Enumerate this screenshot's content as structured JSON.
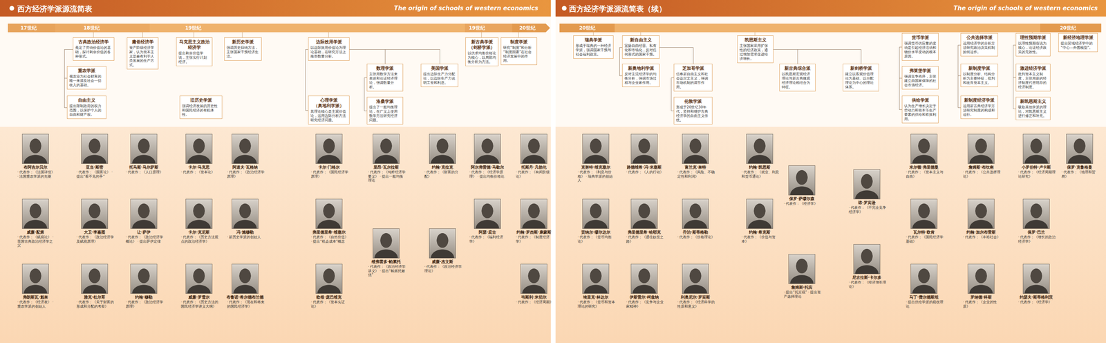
{
  "diagram": {
    "title": "西方经济学派源流简表",
    "nodes": [
      {
        "text": [
          "古典政治经济学",
          "奠定了劳动价值论的基础，探讨剩余价值的各种形式。"
        ]
      },
      {
        "text": [
          "重农学派",
          "视农业为社会财富的唯一来源及社会一切收入的基础。"
        ]
      },
      {
        "text": [
          "自由主义",
          "提出限制政府的权力范围，以保护个人的自由和财产权。"
        ]
      },
      {
        "text": [
          "庸俗经济学",
          "资产阶级经济学家，认为资本主义是最有利于人类发展的生产方式。"
        ]
      },
      {
        "text": [
          "马克思主义政治经济学",
          "提出剩余价值学说，主张实行计划经济。"
        ]
      },
      {
        "text": [
          "旧历史学派",
          "强调经济发展的历史性和国民经济的有机体性。"
        ]
      },
      {
        "text": [
          "新历史学派",
          "强调历史归纳方法，主张国家干预经济生活。"
        ]
      },
      {
        "text": [
          "边际效用学派",
          "以边际效用价值论为理论基础，在研究方法上推崇数量分析。"
        ]
      },
      {
        "text": [
          "心理学派",
          "（奥地利学派）",
          "其理论核心是主观价值论，运用边际分析方法研究经济问题。"
        ]
      },
      {
        "text": [
          "数理学派",
          "主张用数学方法来表述和论证经济理论，强调数量分析。"
        ]
      },
      {
        "text": [
          "洛桑学派",
          "提出了一般均衡理论，在广义上使用数学方法研究经济问题。"
        ]
      },
      {
        "text": [
          "美国学派",
          "提出边际生产力分配论，以边际生产力说明工资和利息。"
        ]
      },
      {
        "text": [
          "新古典学派",
          "（剑桥学派）",
          "以供求均衡价格论为核心，以局部均衡分析为方法。"
        ]
      },
      {
        "text": [
          "制度学派",
          "研究“制度”和分析“制度因素”在社会经济发展中的作用。"
        ]
      },
      {
        "text": [
          "瑞典学派",
          "形成于瑞典的一种经济学派，强调国家干预与社会福利政策。"
        ]
      },
      {
        "text": [
          "新自由主义",
          "宣扬自由经营、私有化和市场化，反对任何形式的国家干预。"
        ]
      },
      {
        "text": [
          "新奥地利学派",
          "反对主流经济学的均衡分析，强调市场过程与企业家作用。"
        ]
      },
      {
        "text": [
          "芝加哥学派",
          "信奉新自由主义和社会达尔文主义，强调市场机制的调节作用。"
        ]
      },
      {
        "text": [
          "伦敦学派",
          "形成于20世纪30年代，坚持和维护古典经济学的自由主义传统。"
        ]
      },
      {
        "text": [
          "凯恩斯主义",
          "主张国家采用扩张性的经济政策，通过增加需求促进经济增长。"
        ]
      },
      {
        "text": [
          "新古典综合派",
          "以凯恩斯宏观经济理论与新古典微观经济理论相结合为特征。"
        ]
      },
      {
        "text": [
          "新剑桥学派",
          "建立以客观价值理论为基础、以分配理论为中心的理论体系。"
        ]
      },
      {
        "text": [
          "货币学派",
          "强调货币供应量的变动是引起经济活动和物价水平变动的根本原因。"
        ]
      },
      {
        "text": [
          "弗莱堡学派",
          "强调竞争秩序，主张建立由国家保障的社会市场经济。"
        ]
      },
      {
        "text": [
          "供给学派",
          "认为生产增长决定于劳动力和资本等生产要素的供给和有效利用。"
        ]
      },
      {
        "text": [
          "公共选择学派",
          "运用经济学的分析方法研究政治决策机制如何运作。"
        ]
      },
      {
        "text": [
          "新制度学派",
          "以制度分析、结构分析为主要特征，批判和改良资本主义。"
        ]
      },
      {
        "text": [
          "新制度经济学派",
          "运用新古典经济学方法研究制度的构成和运行。"
        ]
      },
      {
        "text": [
          "理性预期学派",
          "以理性预期假说为核心，论证经济政策的无效性。"
        ]
      },
      {
        "text": [
          "激进经济学派",
          "批判资本主义制度，主张用新的经济制度代替现存的经济制度。"
        ]
      },
      {
        "text": [
          "新凯恩斯主义",
          "吸取其他学派的理论，对凯恩斯主义进行修正和补充。"
        ]
      },
      {
        "text": [
          "新经济地理学派",
          "提出区域经济学中的“中心—外围模型”。"
        ]
      },
      {
        "text": [
          "布阿吉尔贝尔",
          "· 代表作：《法国详情》 · 法国重农学派的先驱"
        ]
      },
      {
        "text": [
          "威廉·配第",
          "· 代表作：《赋税论》 · 英国古典政治经济学之父"
        ]
      },
      {
        "text": [
          "弗朗斯瓦·魁奈",
          "· 代表作：《经济表》 · 重农学派的创始人"
        ]
      },
      {
        "text": [
          "亚当·斯密",
          "· 代表作：《国富论》 · 提出“看不见的手”"
        ]
      },
      {
        "text": [
          "大卫·李嘉图",
          "· 代表作：《政治经济学及赋税原理》"
        ]
      },
      {
        "text": [
          "雅克·杜尔哥",
          "· 代表作：《关于财富的形成和分配的考察》"
        ]
      },
      {
        "text": [
          "托马斯·马尔萨斯",
          "· 代表作：《人口原理》"
        ]
      },
      {
        "text": [
          "让·萨伊",
          "· 代表作：《政治经济学概论》 · 提出萨伊定律"
        ]
      },
      {
        "text": [
          "约翰·穆勒",
          "· 代表作：《政治经济学原理》"
        ]
      },
      {
        "text": [
          "卡尔·马克思",
          "· 代表作：《资本论》"
        ]
      },
      {
        "text": [
          "卡尔·克尼斯",
          "· 代表作：《历史方法观点的政治经济学》"
        ]
      },
      {
        "text": [
          "威廉·罗雪尔",
          "· 代表作：《历史方法的国民经济学讲义大纲》"
        ]
      },
      {
        "text": [
          "阿道夫·瓦格纳",
          "· 代表作：《政治经济学原理》"
        ]
      },
      {
        "text": [
          "冯·施穆勒",
          "· 新历史学派的创始人"
        ]
      },
      {
        "text": [
          "布鲁诺·希尔德布兰德",
          "· 代表作：《现在和将来的国民经济学》"
        ]
      },
      {
        "text": [
          "卡尔·门格尔",
          "· 代表作：《国民经济学原理》"
        ]
      },
      {
        "text": [
          "弗里德里希·维塞尔",
          "· 代表作：《自然价值》 · 提出“机会成本”概念"
        ]
      },
      {
        "text": [
          "欧根·庞巴维克",
          "· 代表作：《资本实证论》"
        ]
      },
      {
        "text": [
          "里昂·瓦尔拉斯",
          "· 代表作：《纯粹经济学要义》 · 提出一般均衡理论"
        ]
      },
      {
        "text": [
          "维弗雷多·帕累托",
          "· 代表作：《政治经济学讲义》 · 提出“帕累托最优”"
        ]
      },
      {
        "text": [
          "约翰·克拉克",
          "· 代表作：《财富的分配》"
        ]
      },
      {
        "text": [
          "威廉·杰文斯",
          "· 代表作：《政治经济学理论》"
        ]
      },
      {
        "text": [
          "阿尔弗雷德·马歇尔",
          "· 代表作：《经济学原理》 · 提出均衡价格论"
        ]
      },
      {
        "text": [
          "阿瑟·庇古",
          "· 代表作：《福利经济学》"
        ]
      },
      {
        "text": [
          "托斯丹·凡勃伦",
          "· 代表作：《有闲阶级论》"
        ]
      },
      {
        "text": [
          "约翰·罗杰斯·康蒙斯",
          "· 代表作：《制度经济学》"
        ]
      },
      {
        "text": [
          "韦斯利·米切尔",
          "· 代表作：《经济周期》"
        ]
      },
      {
        "text": [
          "克努特·维克塞尔",
          "· 代表作：《利息与价格》 · 瑞典学派的创始人"
        ]
      },
      {
        "text": [
          "贡纳尔·缪尔达尔",
          "· 代表作：《货币均衡论》"
        ]
      },
      {
        "text": [
          "埃里克·林达尔",
          "· 代表作：《货币和资本理论的研究》"
        ]
      },
      {
        "text": [
          "路德维希·冯·米塞斯",
          "· 代表作：《人的行动》"
        ]
      },
      {
        "text": [
          "弗里德里希·哈耶克",
          "· 代表作：《通往奴役之路》"
        ]
      },
      {
        "text": [
          "伊斯雷尔·柯兹纳",
          "· 代表作：《竞争与企业家精神》"
        ]
      },
      {
        "text": [
          "富兰克·奈特",
          "· 代表作：《风险、不确定性和利润》"
        ]
      },
      {
        "text": [
          "乔治·斯蒂格勒",
          "· 代表作：《价格理论》"
        ]
      },
      {
        "text": [
          "利奥尼尔·罗宾斯",
          "· 代表作：《经济科学的性质和意义》"
        ]
      },
      {
        "text": [
          "约翰·凯恩斯",
          "· 代表作：《就业、利息和货币通论》"
        ]
      },
      {
        "text": [
          "约翰·希克斯",
          "· 代表作：《价值与资本》"
        ]
      },
      {
        "text": [
          "保罗·萨缪尔森",
          "· 代表作：《经济学》"
        ]
      },
      {
        "text": [
          "詹姆斯·托宾",
          "· 提出“托宾税” · 提出资产选择理论"
        ]
      },
      {
        "text": [
          "琼·罗宾逊",
          "· 代表作：《不完全竞争经济学》"
        ]
      },
      {
        "text": [
          "尼古拉斯·卡尔多",
          "· 代表作：《经济增长理论》"
        ]
      },
      {
        "text": [
          "米尔顿·弗里德曼",
          "· 代表作：《资本主义与自由》"
        ]
      },
      {
        "text": [
          "瓦尔特·欧肯",
          "· 代表作：《国民经济学基础》"
        ]
      },
      {
        "text": [
          "马丁·费尔德斯坦",
          "· 提出供给学派的税收理论"
        ]
      },
      {
        "text": [
          "詹姆斯·布坎南",
          "· 代表作：《公共选择理论》"
        ]
      },
      {
        "text": [
          "约翰·加尔布雷斯",
          "· 代表作：《丰裕社会》"
        ]
      },
      {
        "text": [
          "罗纳德·科斯",
          "· 代表作：《企业的性质》"
        ]
      },
      {
        "text": [
          "小罗伯特·卢卡斯",
          "· 代表作：《经济周期理论研究》"
        ]
      },
      {
        "text": [
          "保罗·巴兰",
          "· 代表作：《增长的政治经济学》"
        ]
      },
      {
        "text": [
          "约瑟夫·斯蒂格利茨",
          "· 代表作：《经济学》"
        ]
      },
      {
        "text": [
          "保罗·克鲁格曼",
          "· 代表作：《地理和贸易》"
        ]
      }
    ],
    "edges": [
      {
        "from": 0,
        "to": 1,
        "arrow": "none"
      },
      {
        "from": 1,
        "to": 2,
        "arrow": "none"
      },
      {
        "from": 7,
        "to": 8,
        "arrow": "none"
      },
      {
        "from": 7,
        "to": 9,
        "arrow": "none"
      },
      {
        "from": 9,
        "to": 10,
        "arrow": "none"
      },
      {
        "from": 7,
        "to": 11,
        "arrow": "none"
      },
      {
        "from": 15,
        "to": 16,
        "arrow": "none"
      },
      {
        "from": 15,
        "to": 17,
        "arrow": "none"
      },
      {
        "from": 17,
        "to": 18,
        "arrow": "none"
      },
      {
        "from": 19,
        "to": 20,
        "arrow": "none"
      },
      {
        "from": 19,
        "to": 21,
        "arrow": "none"
      },
      {
        "from": 22,
        "to": 23,
        "arrow": "none"
      },
      {
        "from": 23,
        "to": 24,
        "arrow": "none"
      },
      {
        "from": 25,
        "to": 26,
        "arrow": "none"
      },
      {
        "from": 26,
        "to": 27,
        "arrow": "none"
      },
      {
        "from": 28,
        "to": 29,
        "arrow": "none"
      },
      {
        "from": 29,
        "to": 30,
        "arrow": "none"
      }
    ],
    "labels": [
      "西方经济学派源流简表（续）",
      "The origin of schools of western economics",
      "The origin of schools of western economics",
      "17世纪",
      "18世纪",
      "19世纪",
      "19世纪",
      "20世纪",
      "20世纪",
      "20世纪"
    ]
  }
}
